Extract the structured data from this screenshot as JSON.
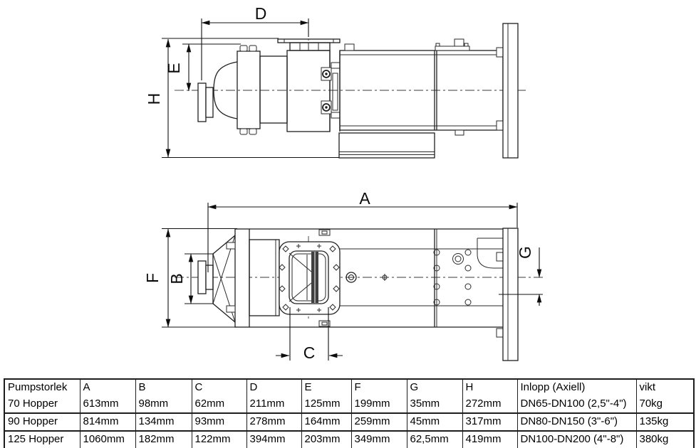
{
  "side_view": {
    "labels": {
      "D": "D",
      "E": "E",
      "H": "H"
    }
  },
  "plan_view": {
    "labels": {
      "A": "A",
      "B": "B",
      "C": "C",
      "F": "F",
      "G": "G"
    }
  },
  "table": {
    "headers": [
      "Pumpstorlek",
      "A",
      "B",
      "C",
      "D",
      "E",
      "F",
      "G",
      "H",
      "Inlopp (Axiell)",
      "vikt"
    ],
    "rows": [
      [
        "70 Hopper",
        "613mm",
        "98mm",
        "62mm",
        "211mm",
        "125mm",
        "199mm",
        "35mm",
        "272mm",
        "DN65-DN100 (2,5\"-4\")",
        "70kg"
      ],
      [
        "90 Hopper",
        "814mm",
        "134mm",
        "93mm",
        "278mm",
        "164mm",
        "259mm",
        "45mm",
        "317mm",
        "DN80-DN150 (3\"-6\")",
        "135kg"
      ],
      [
        "125 Hopper",
        "1060mm",
        "182mm",
        "122mm",
        "394mm",
        "203mm",
        "349mm",
        "62,5mm",
        "419mm",
        "DN100-DN200 (4\"-8\")",
        "380kg"
      ]
    ]
  }
}
